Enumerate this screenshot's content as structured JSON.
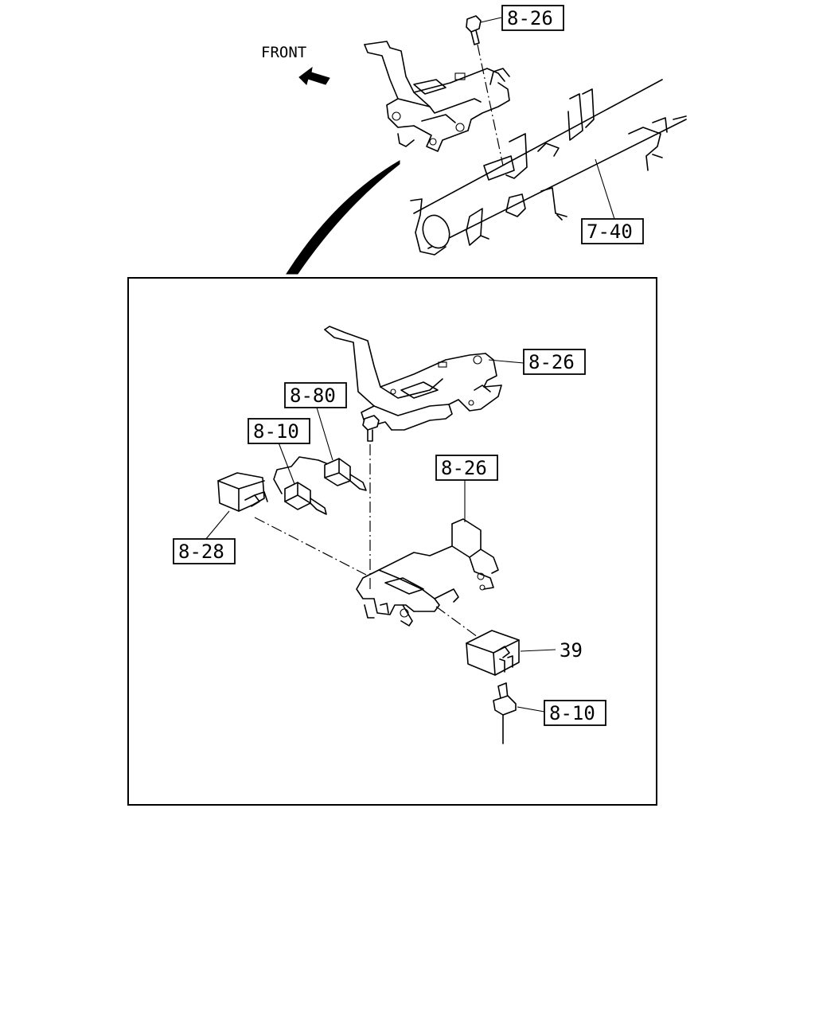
{
  "orientation": {
    "label": "FRONT",
    "arrow_icon": "left-arrow-icon"
  },
  "callouts": {
    "top_bolt": "8-26",
    "crossmember": "7-40",
    "upper_bracket": "8-26",
    "connector_upper": "8-80",
    "connector_middle": "8-10",
    "mid_bracket": "8-26",
    "left_module": "8-28",
    "right_module": "39",
    "bottom_connector": "8-10"
  }
}
